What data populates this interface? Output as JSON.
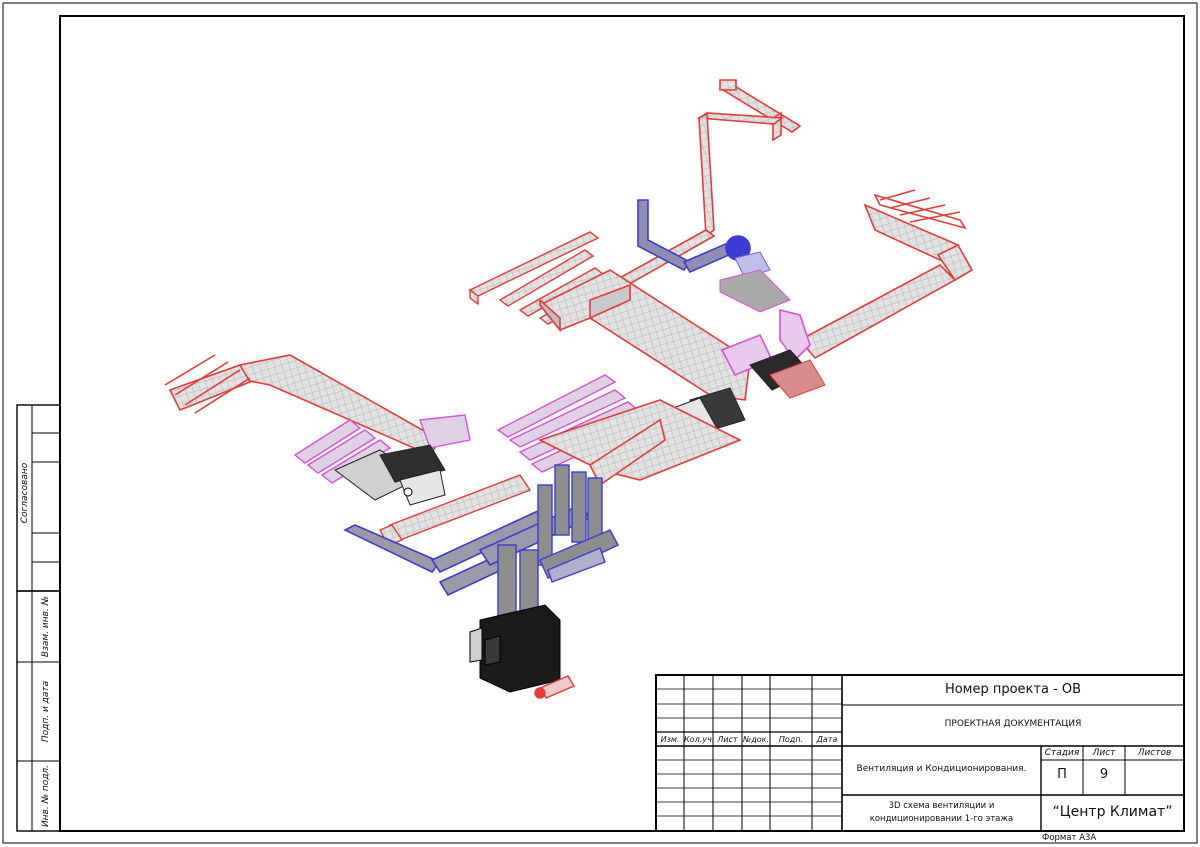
{
  "side_stamp": {
    "agreed": "Согласовано",
    "replace_inv": "Взам. инв. №",
    "sign_date": "Подп. и дата",
    "inv_orig": "Инв. № подл."
  },
  "title_block": {
    "columns": [
      "Изм.",
      "Кол.уч.",
      "Лист",
      "№док.",
      "Подп.",
      "Дата"
    ],
    "project_number": "Номер проекта - ОВ",
    "doc_type": "ПРОЕКТНАЯ ДОКУМЕНТАЦИЯ",
    "section": "Вентиляция и Кондиционирования.",
    "drawing_title": "3D схема вентиляции и кондиционировании 1-го этажа",
    "stage_label": "Стадия",
    "sheet_label": "Лист",
    "sheets_label": "Листов",
    "stage": "П",
    "sheet": "9",
    "sheets": "",
    "company": "“Центр Климат”",
    "format": "Формат А3А"
  },
  "colors": {
    "frame": "#000000",
    "supply_duct": "#e53a3a",
    "exhaust_duct": "#3b3bd6",
    "transfer_duct": "#d84fd8",
    "duct_fill": "#d9d9d9",
    "equipment": "#1a1a1a"
  }
}
